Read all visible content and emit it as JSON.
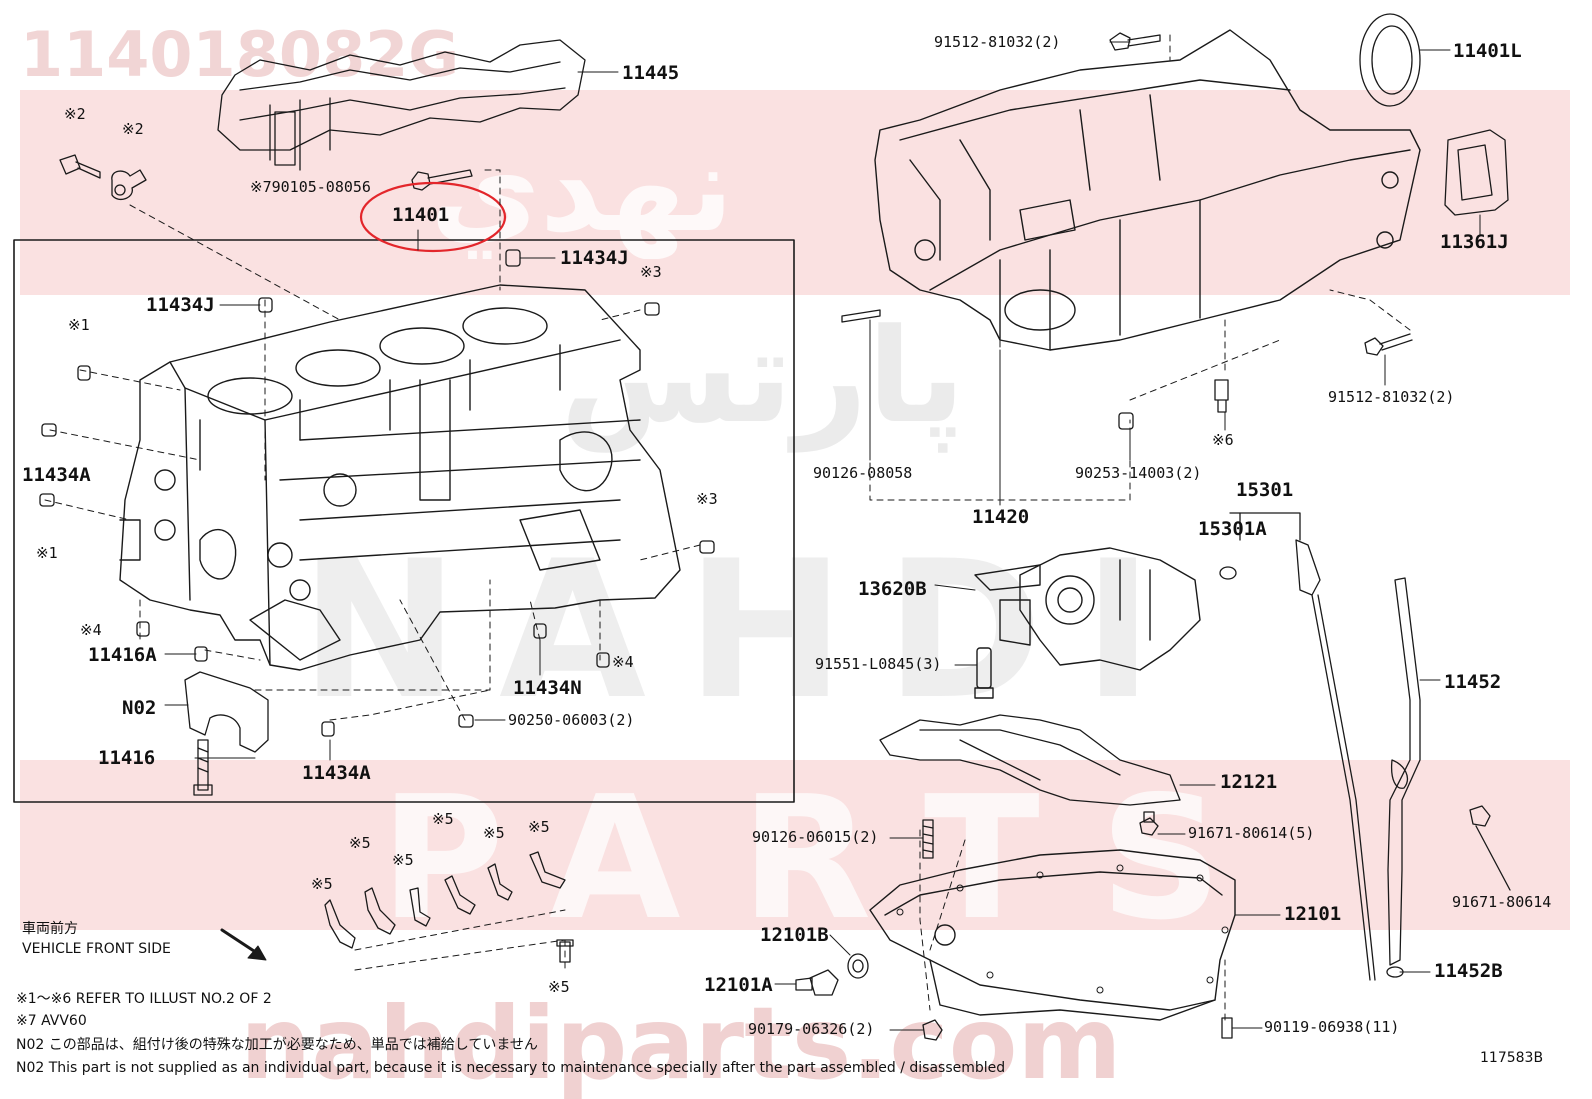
{
  "watermark": {
    "part_number": "114018082G",
    "arabic_line1": "نهدي",
    "arabic_line2": "پارتس",
    "latin_line1": "NAHDI",
    "latin_line2": "PARTS",
    "url": "nahdiparts.com"
  },
  "colors": {
    "highlight": "#e3262b",
    "watermark": "#e7b4b4",
    "ink": "#111111"
  },
  "labels": {
    "p11445": "11445",
    "p790105": "※790105-08056",
    "p11401": "11401",
    "p11434J_a": "11434J",
    "p11434J_b": "11434J",
    "p11434A_a": "11434A",
    "p11434A_b": "11434A",
    "p11434N": "11434N",
    "p11416A": "11416A",
    "pN02": "N02",
    "p11416": "11416",
    "p90250": "90250-06003(2)",
    "p91512_a": "91512-81032(2)",
    "p91512_b": "91512-81032(2)",
    "p11401L": "11401L",
    "p11361J": "11361J",
    "p90126_08058": "90126-08058",
    "p90253": "90253-14003(2)",
    "p11420": "11420",
    "p15301": "15301",
    "p15301A": "15301A",
    "p13620B": "13620B",
    "p91551": "91551-L0845(3)",
    "p11452": "11452",
    "p12121": "12121",
    "p90126_06015": "90126-06015(2)",
    "p91671_80614_5": "91671-80614(5)",
    "p91671_80614": "91671-80614",
    "p12101": "12101",
    "p12101B": "12101B",
    "p12101A": "12101A",
    "p11452B": "11452B",
    "p90179": "90179-06326(2)",
    "p90119": "90119-06938(11)"
  },
  "marks": {
    "m1a": "※1",
    "m1b": "※1",
    "m2a": "※2",
    "m2b": "※2",
    "m3a": "※3",
    "m3b": "※3",
    "m4a": "※4",
    "m4b": "※4",
    "m5a": "※5",
    "m5b": "※5",
    "m5c": "※5",
    "m5d": "※5",
    "m5e": "※5",
    "m5f": "※5",
    "m5g": "※5",
    "m6": "※6"
  },
  "front": {
    "ja": "車両前方",
    "en": "VEHICLE FRONT SIDE"
  },
  "notes": [
    "※1～※6  REFER TO ILLUST NO.2 OF 2",
    "※7  AVV60",
    "N02  この部品は、組付け後の特殊な加工が必要なため、単品では補給していません",
    "N02  This part is not supplied as an individual part, because it is necessary to maintenance specially after the part assembled / disassembled"
  ],
  "illustration_id": "117583B"
}
